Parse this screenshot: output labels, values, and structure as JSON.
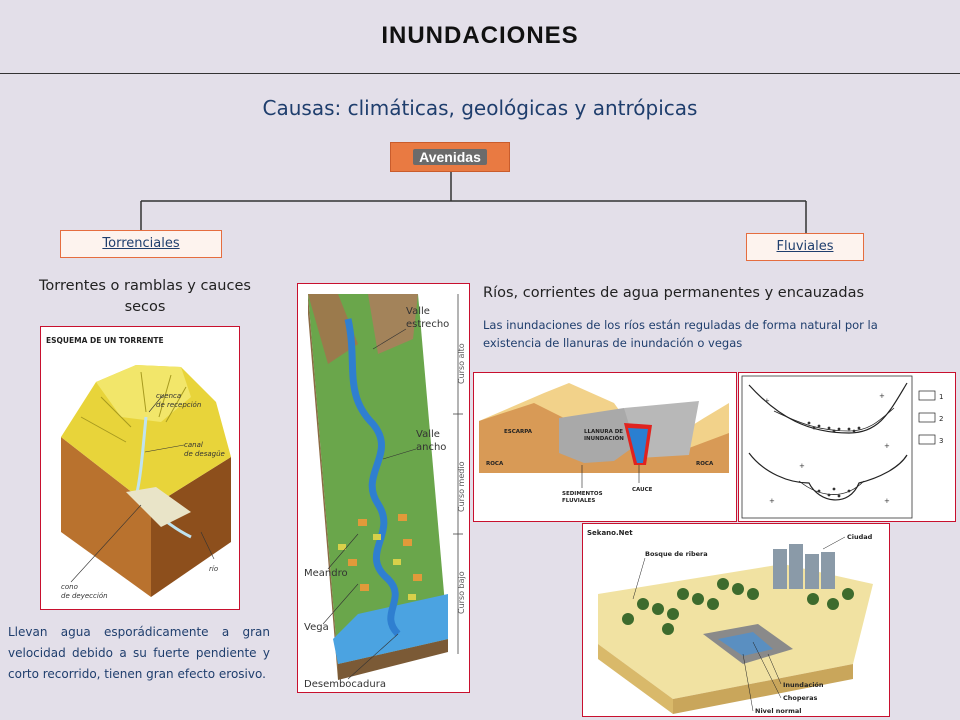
{
  "title": "INUNDACIONES",
  "subtitle": "Causas: climáticas, geológicas y antrópicas",
  "tree": {
    "root": "Avenidas",
    "left": "Torrenciales",
    "right": "Fluviales"
  },
  "torrential": {
    "description": "Torrentes o ramblas y cauces secos",
    "note": "Llevan agua esporádicamente a gran velocidad debido a su fuerte pendiente y corto recorrido, tienen gran efecto erosivo.",
    "diagram": {
      "heading": "ESQUEMA DE UN TORRENTE",
      "label1": "cuenca",
      "label1b": "de recepción",
      "label2": "canal",
      "label2b": "de desagüe",
      "label3": "río",
      "label4": "cono",
      "label4b": "de deyección"
    }
  },
  "fluvial": {
    "heading": "Ríos, corrientes de agua permanentes y encauzadas",
    "description": "Las inundaciones de los ríos están reguladas de forma natural por la existencia de llanuras de inundación o vegas"
  },
  "river_diagram": {
    "valle_estrecho": "Valle",
    "valle_estrecho2": "estrecho",
    "valle_ancho": "Valle",
    "valle_ancho2": "ancho",
    "curso_alto": "Curso alto",
    "curso_medio": "Curso medio",
    "curso_bajo": "Curso bajo",
    "meandro": "Meandro",
    "vega": "Vega",
    "desembocadura": "Desembocadura"
  },
  "cross_section": {
    "escarpa": "ESCARPA",
    "llanura": "LLANURA DE",
    "llanura2": "INUNDACIÓN",
    "roca_left": "ROCA",
    "roca_right": "ROCA",
    "sedimentos": "SEDIMENTOS",
    "sedimentos2": "FLUVIALES",
    "cauce": "CAUCE"
  },
  "sections_legend": [
    "1",
    "2",
    "3"
  ],
  "forest": {
    "source": "Sekano.Net",
    "ciudad": "Ciudad",
    "bosque": "Bosque de ribera",
    "inundacion": "Inundación",
    "choperas": "Choperas",
    "nivel": "Nivel normal"
  },
  "colors": {
    "accent": "#e97a42",
    "text_blue": "#1f3e6d",
    "panel_border": "#c8102e",
    "background": "#e3dfe9"
  }
}
